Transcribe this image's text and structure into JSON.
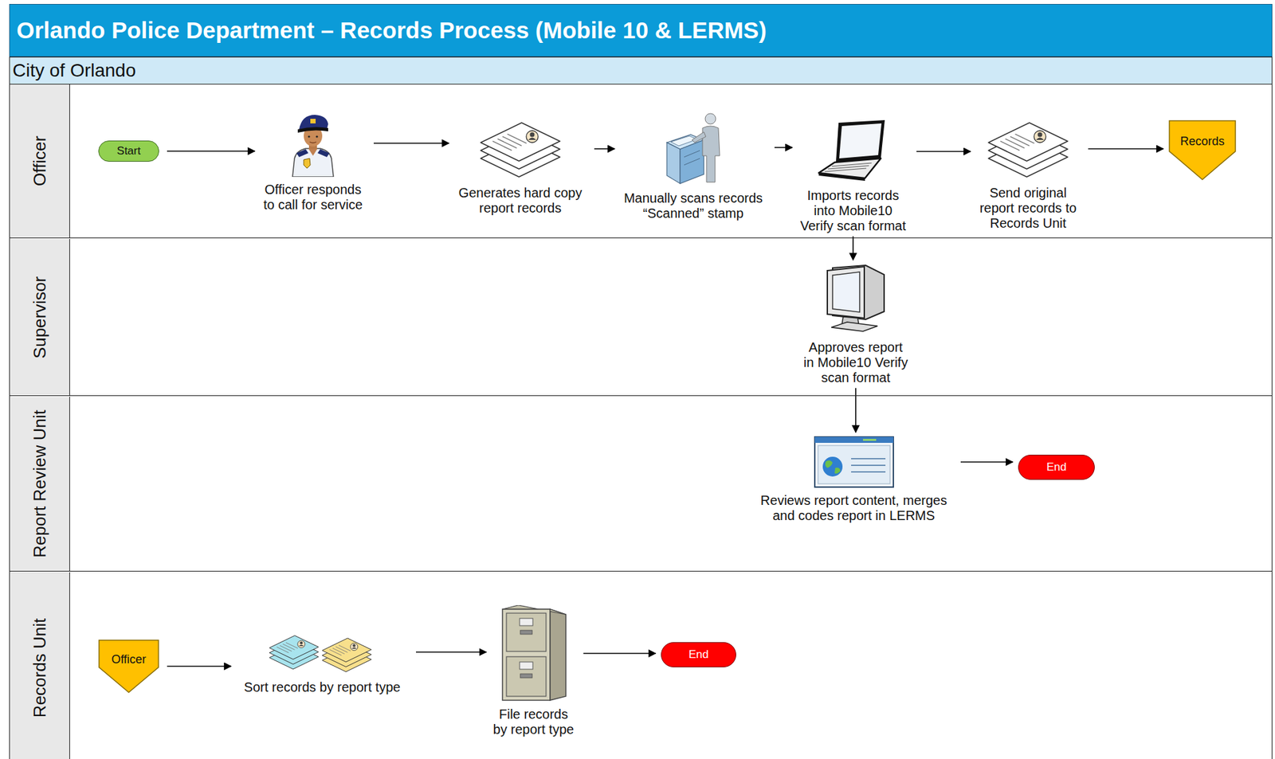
{
  "diagram": {
    "title": "Orlando Police Department – Records Process (Mobile 10 & LERMS)",
    "nodes": [
      {
        "text": [
          "City of Orlando"
        ]
      },
      {
        "text": [
          "Officer"
        ],
        "in": 0
      },
      {
        "text": [
          "Start"
        ],
        "in": 1
      },
      {
        "text": [
          "Officer responds to call for service"
        ],
        "in": 1
      },
      {
        "text": [
          "Generates hard copy report records"
        ],
        "in": 1
      },
      {
        "text": [
          "Manually scans records “Scanned” stamp"
        ],
        "in": 1
      },
      {
        "text": [
          "Imports records into Mobile10 Verify scan format"
        ],
        "in": 1
      },
      {
        "text": [
          "Send original report records to Records Unit"
        ],
        "in": 1
      },
      {
        "text": [
          "Records"
        ],
        "in": 1
      },
      {
        "text": [
          "Supervisor"
        ],
        "in": 0
      },
      {
        "text": [
          "Approves report in Mobile10 Verify scan format"
        ],
        "in": 9
      },
      {
        "text": [
          "Report Review Unit"
        ],
        "in": 0
      },
      {
        "text": [
          "Reviews report content, merges and codes report in LERMS"
        ],
        "in": 11
      },
      {
        "text": [
          "End"
        ],
        "in": 11
      },
      {
        "text": [
          "Records Unit"
        ],
        "in": 0
      },
      {
        "text": [
          "Officer"
        ],
        "in": 14
      },
      {
        "text": [
          "Sort records by report type"
        ],
        "in": 14
      },
      {
        "text": [
          "File records by report type"
        ],
        "in": 14
      },
      {
        "text": [
          "End"
        ],
        "in": 14
      }
    ],
    "edges": [
      {
        "from": 2,
        "to": 3,
        "arrow": "to"
      },
      {
        "from": 3,
        "to": 4,
        "arrow": "to"
      },
      {
        "from": 4,
        "to": 5,
        "arrow": "to"
      },
      {
        "from": 5,
        "to": 6,
        "arrow": "to"
      },
      {
        "from": 6,
        "to": 7,
        "arrow": "to"
      },
      {
        "from": 7,
        "to": 8,
        "arrow": "to"
      },
      {
        "from": 6,
        "to": 10,
        "arrow": "to"
      },
      {
        "from": 10,
        "to": 12,
        "arrow": "to"
      },
      {
        "from": 12,
        "to": 13,
        "arrow": "to"
      },
      {
        "from": 15,
        "to": 16,
        "arrow": "to"
      },
      {
        "from": 16,
        "to": 17,
        "arrow": "to"
      },
      {
        "from": 17,
        "to": 18,
        "arrow": "to"
      }
    ]
  }
}
